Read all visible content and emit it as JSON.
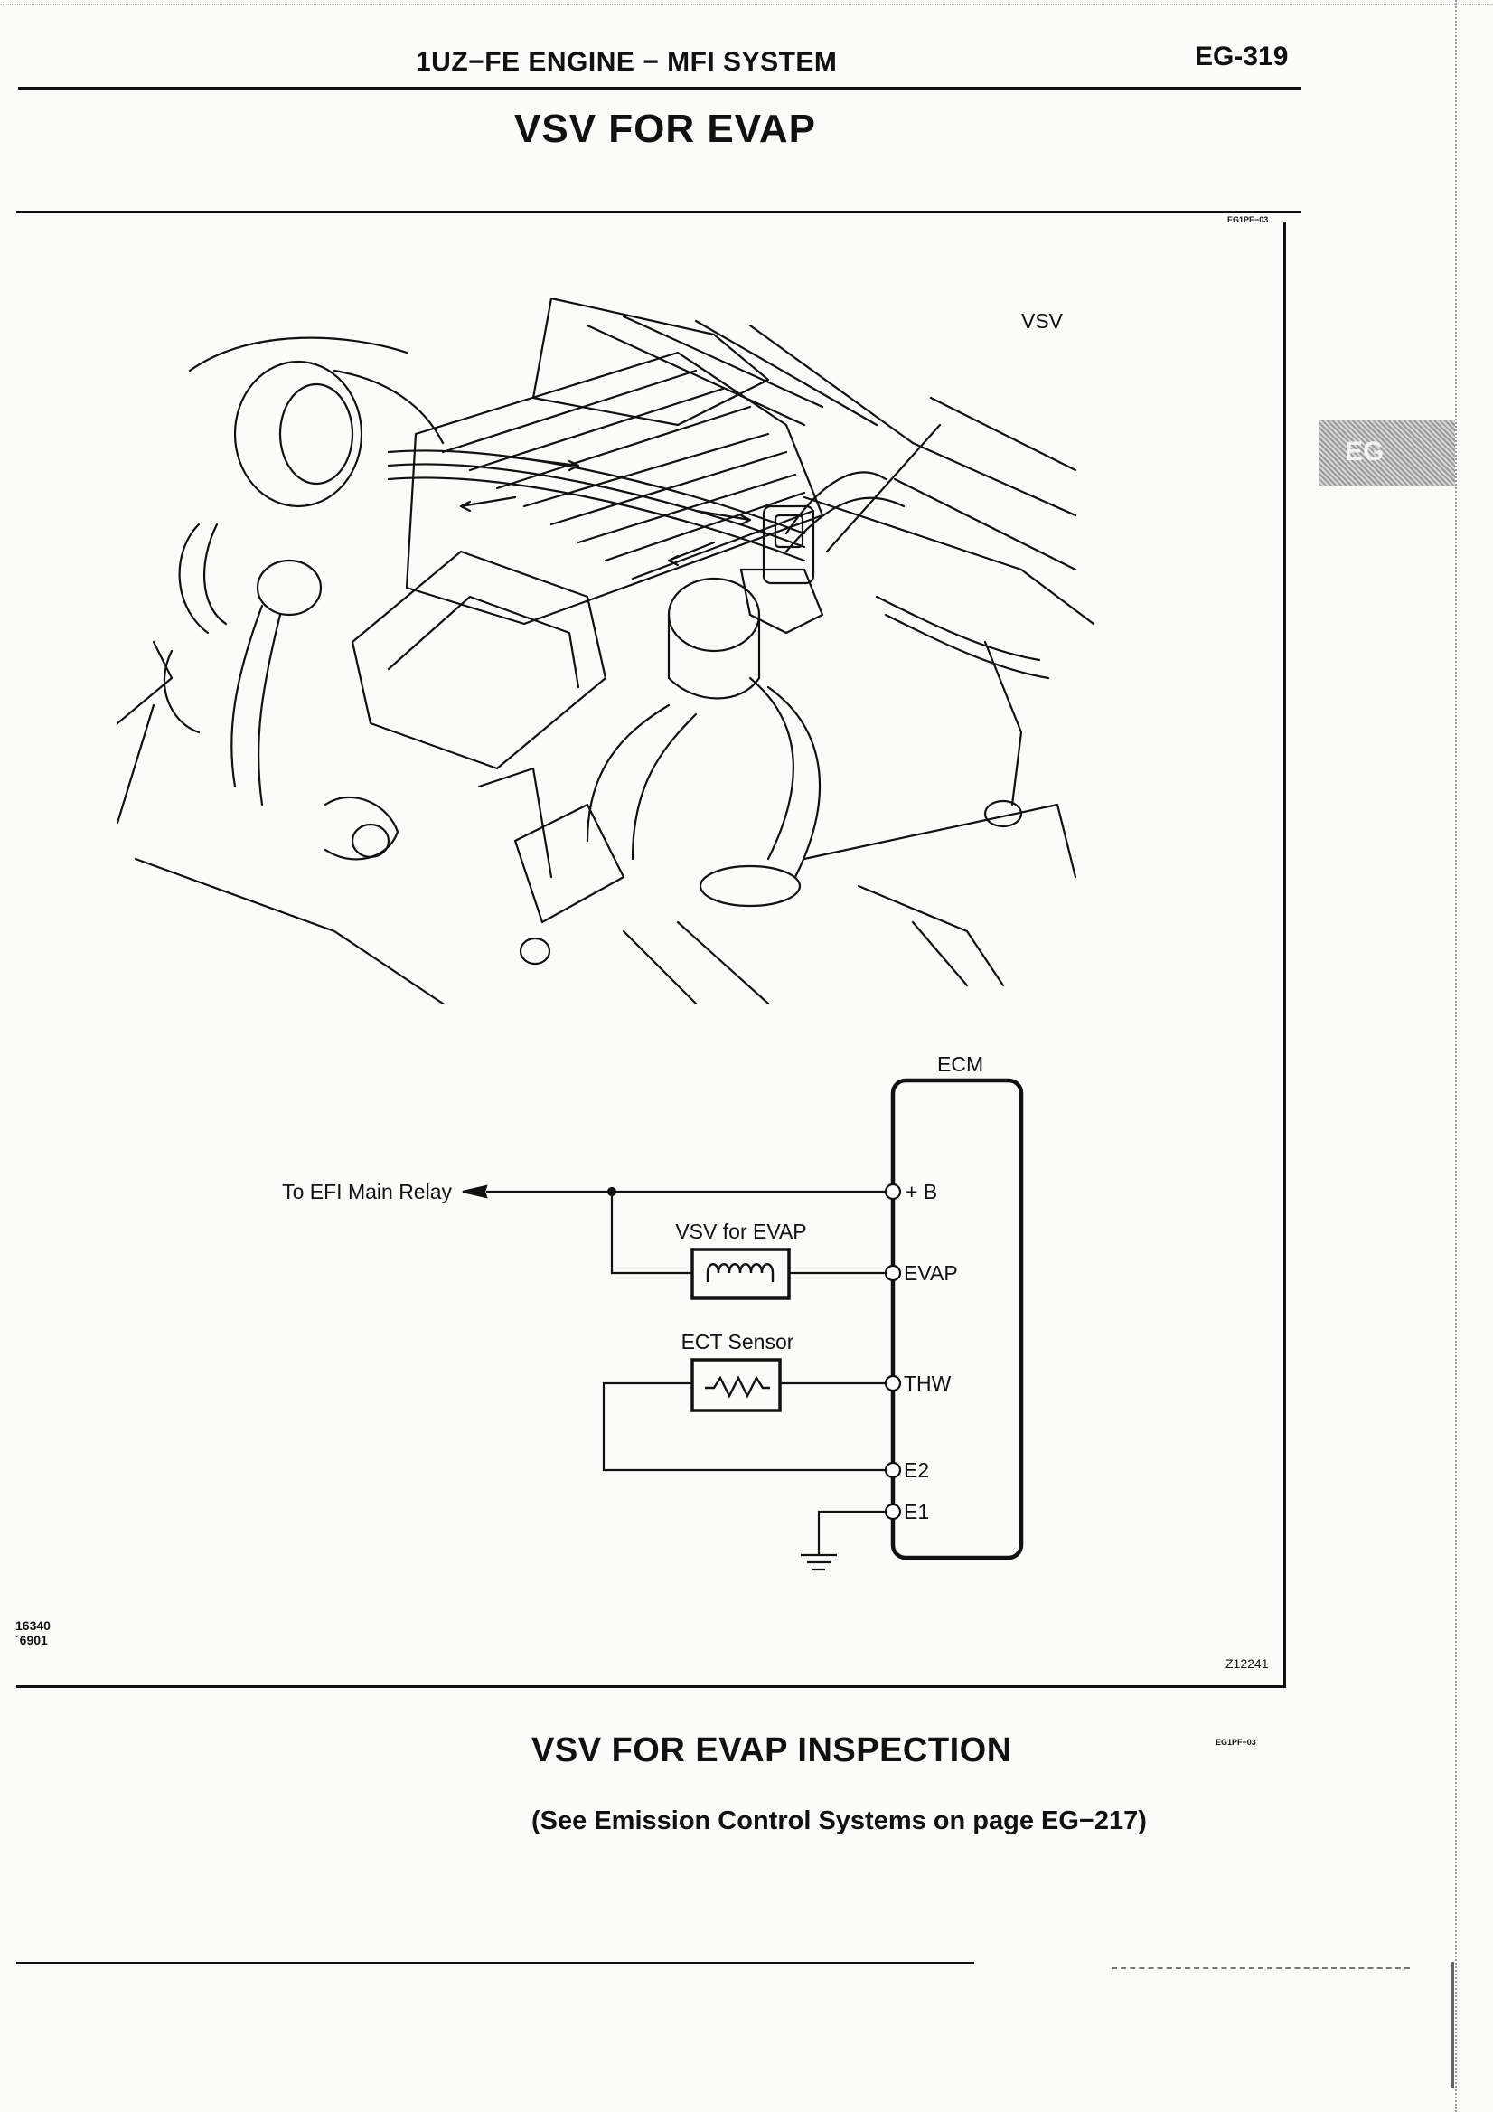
{
  "header": {
    "section_title": "1UZ−FE ENGINE − MFI SYSTEM",
    "page_number": "EG-319"
  },
  "page_title": "VSV FOR EVAP",
  "figure": {
    "ref_code_top": "EG1PE−03",
    "engine_callout": "VSV",
    "schematic": {
      "ecm_label": "ECM",
      "relay_label": "To EFI Main Relay",
      "vsv_label": "VSV for EVAP",
      "ect_label": "ECT Sensor",
      "terminals": [
        "+ B",
        "EVAP",
        "THW",
        "E2",
        "E1"
      ]
    },
    "figure_id": "Z12241",
    "left_codes": [
      "16340",
      "´6901"
    ]
  },
  "section_tab": "EG",
  "inspection": {
    "ref_code": "EG1PF−03",
    "title": "VSV FOR EVAP INSPECTION",
    "note": "(See Emission Control Systems on page EG−217)"
  }
}
